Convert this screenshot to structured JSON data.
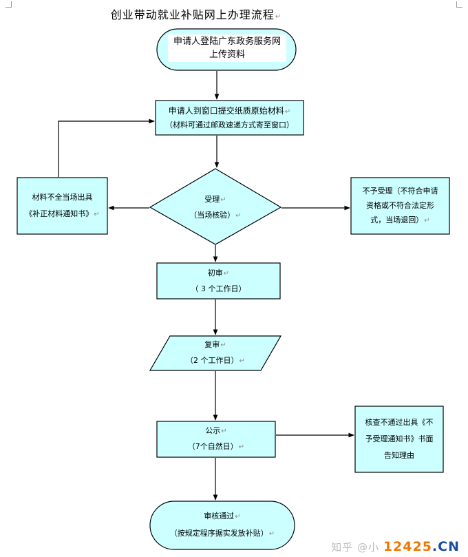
{
  "title": "创业带动就业补贴网上办理流程",
  "return_mark": "↵",
  "nodes": {
    "start": {
      "line1": "申请人登陆广东政务服务网",
      "line2": "上传资料"
    },
    "submit": {
      "line1": "申请人到窗口提交纸质原始材料",
      "line2": "（材料可通过邮政速递方式寄至窗口）"
    },
    "incomplete": {
      "line1": "材料不全当场出具",
      "line2": "《补正材料通知书》"
    },
    "accept": {
      "line1": "受理",
      "line2": "（当场核验）"
    },
    "reject": {
      "line1": "不予受理（不符合申请",
      "line2": "资格或不符合法定形",
      "line3": "式，当场退回）"
    },
    "initial_review": {
      "line1": "初审",
      "line2": "（ 3 个工作日）"
    },
    "re_review": {
      "line1": "复审",
      "line2": "（2 个工作日）"
    },
    "publicity": {
      "line1": "公示",
      "line2": "（7个自然日）"
    },
    "fail_notice": {
      "line1": "核查不通过出具《不",
      "line2": "予受理通知书》书面",
      "line3": "告知理由"
    },
    "end": {
      "line1": "审核通过",
      "line2": "（按规定程序据实发放补贴）"
    }
  },
  "watermark": {
    "text": "知乎 @小",
    "site_digits": "12425",
    "site_suffix": ".CN"
  },
  "colors": {
    "fill": "#ccffff",
    "stroke": "#000000",
    "arrow": "#000000"
  }
}
